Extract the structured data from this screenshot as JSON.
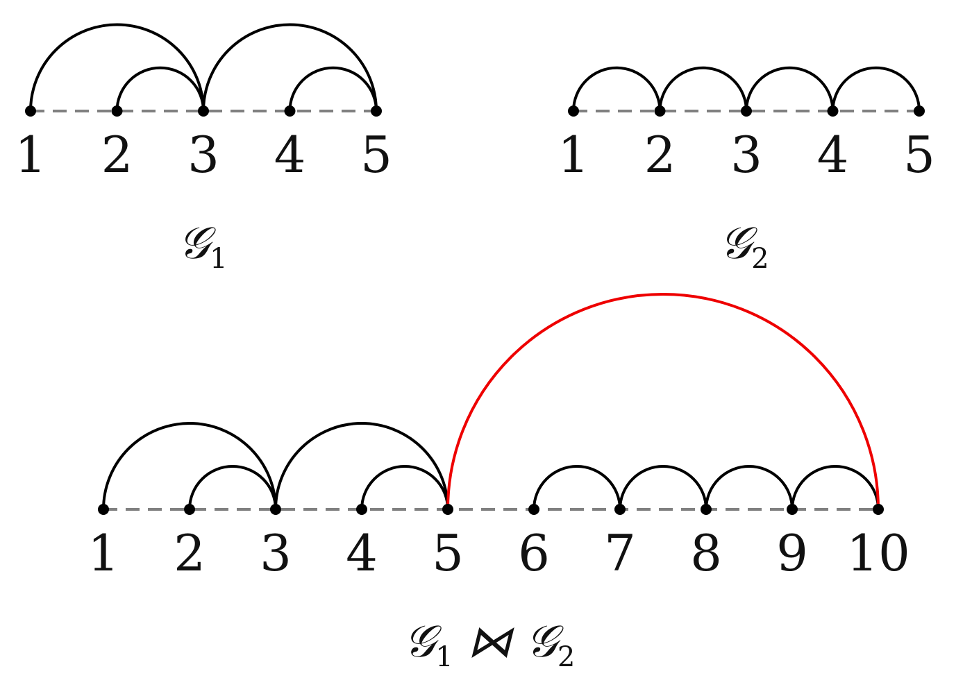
{
  "colors": {
    "edge": "#000000",
    "joinEdge": "#ee0000",
    "baseline": "#808080",
    "node": "#000000"
  },
  "graphs": [
    {
      "id": "g1",
      "caption": {
        "main": "𝒢",
        "sub": "1",
        "rest": ""
      },
      "nodes": [
        "1",
        "2",
        "3",
        "4",
        "5"
      ],
      "edges": [
        {
          "from": 1,
          "to": 3
        },
        {
          "from": 2,
          "to": 3
        },
        {
          "from": 3,
          "to": 5
        },
        {
          "from": 4,
          "to": 5
        }
      ]
    },
    {
      "id": "g2",
      "caption": {
        "main": "𝒢",
        "sub": "2",
        "rest": ""
      },
      "nodes": [
        "1",
        "2",
        "3",
        "4",
        "5"
      ],
      "edges": [
        {
          "from": 1,
          "to": 2
        },
        {
          "from": 2,
          "to": 3
        },
        {
          "from": 3,
          "to": 4
        },
        {
          "from": 4,
          "to": 5
        }
      ]
    },
    {
      "id": "join",
      "caption": {
        "main": "𝒢",
        "sub": "1",
        "rest": " ⋈ 𝒢",
        "sub2": "2"
      },
      "nodes": [
        "1",
        "2",
        "3",
        "4",
        "5",
        "6",
        "7",
        "8",
        "9",
        "10"
      ],
      "edges": [
        {
          "from": 1,
          "to": 3
        },
        {
          "from": 2,
          "to": 3
        },
        {
          "from": 3,
          "to": 5
        },
        {
          "from": 4,
          "to": 5
        },
        {
          "from": 6,
          "to": 7
        },
        {
          "from": 7,
          "to": 8
        },
        {
          "from": 8,
          "to": 9
        },
        {
          "from": 9,
          "to": 10
        },
        {
          "from": 5,
          "to": 10,
          "highlight": true
        }
      ]
    }
  ]
}
